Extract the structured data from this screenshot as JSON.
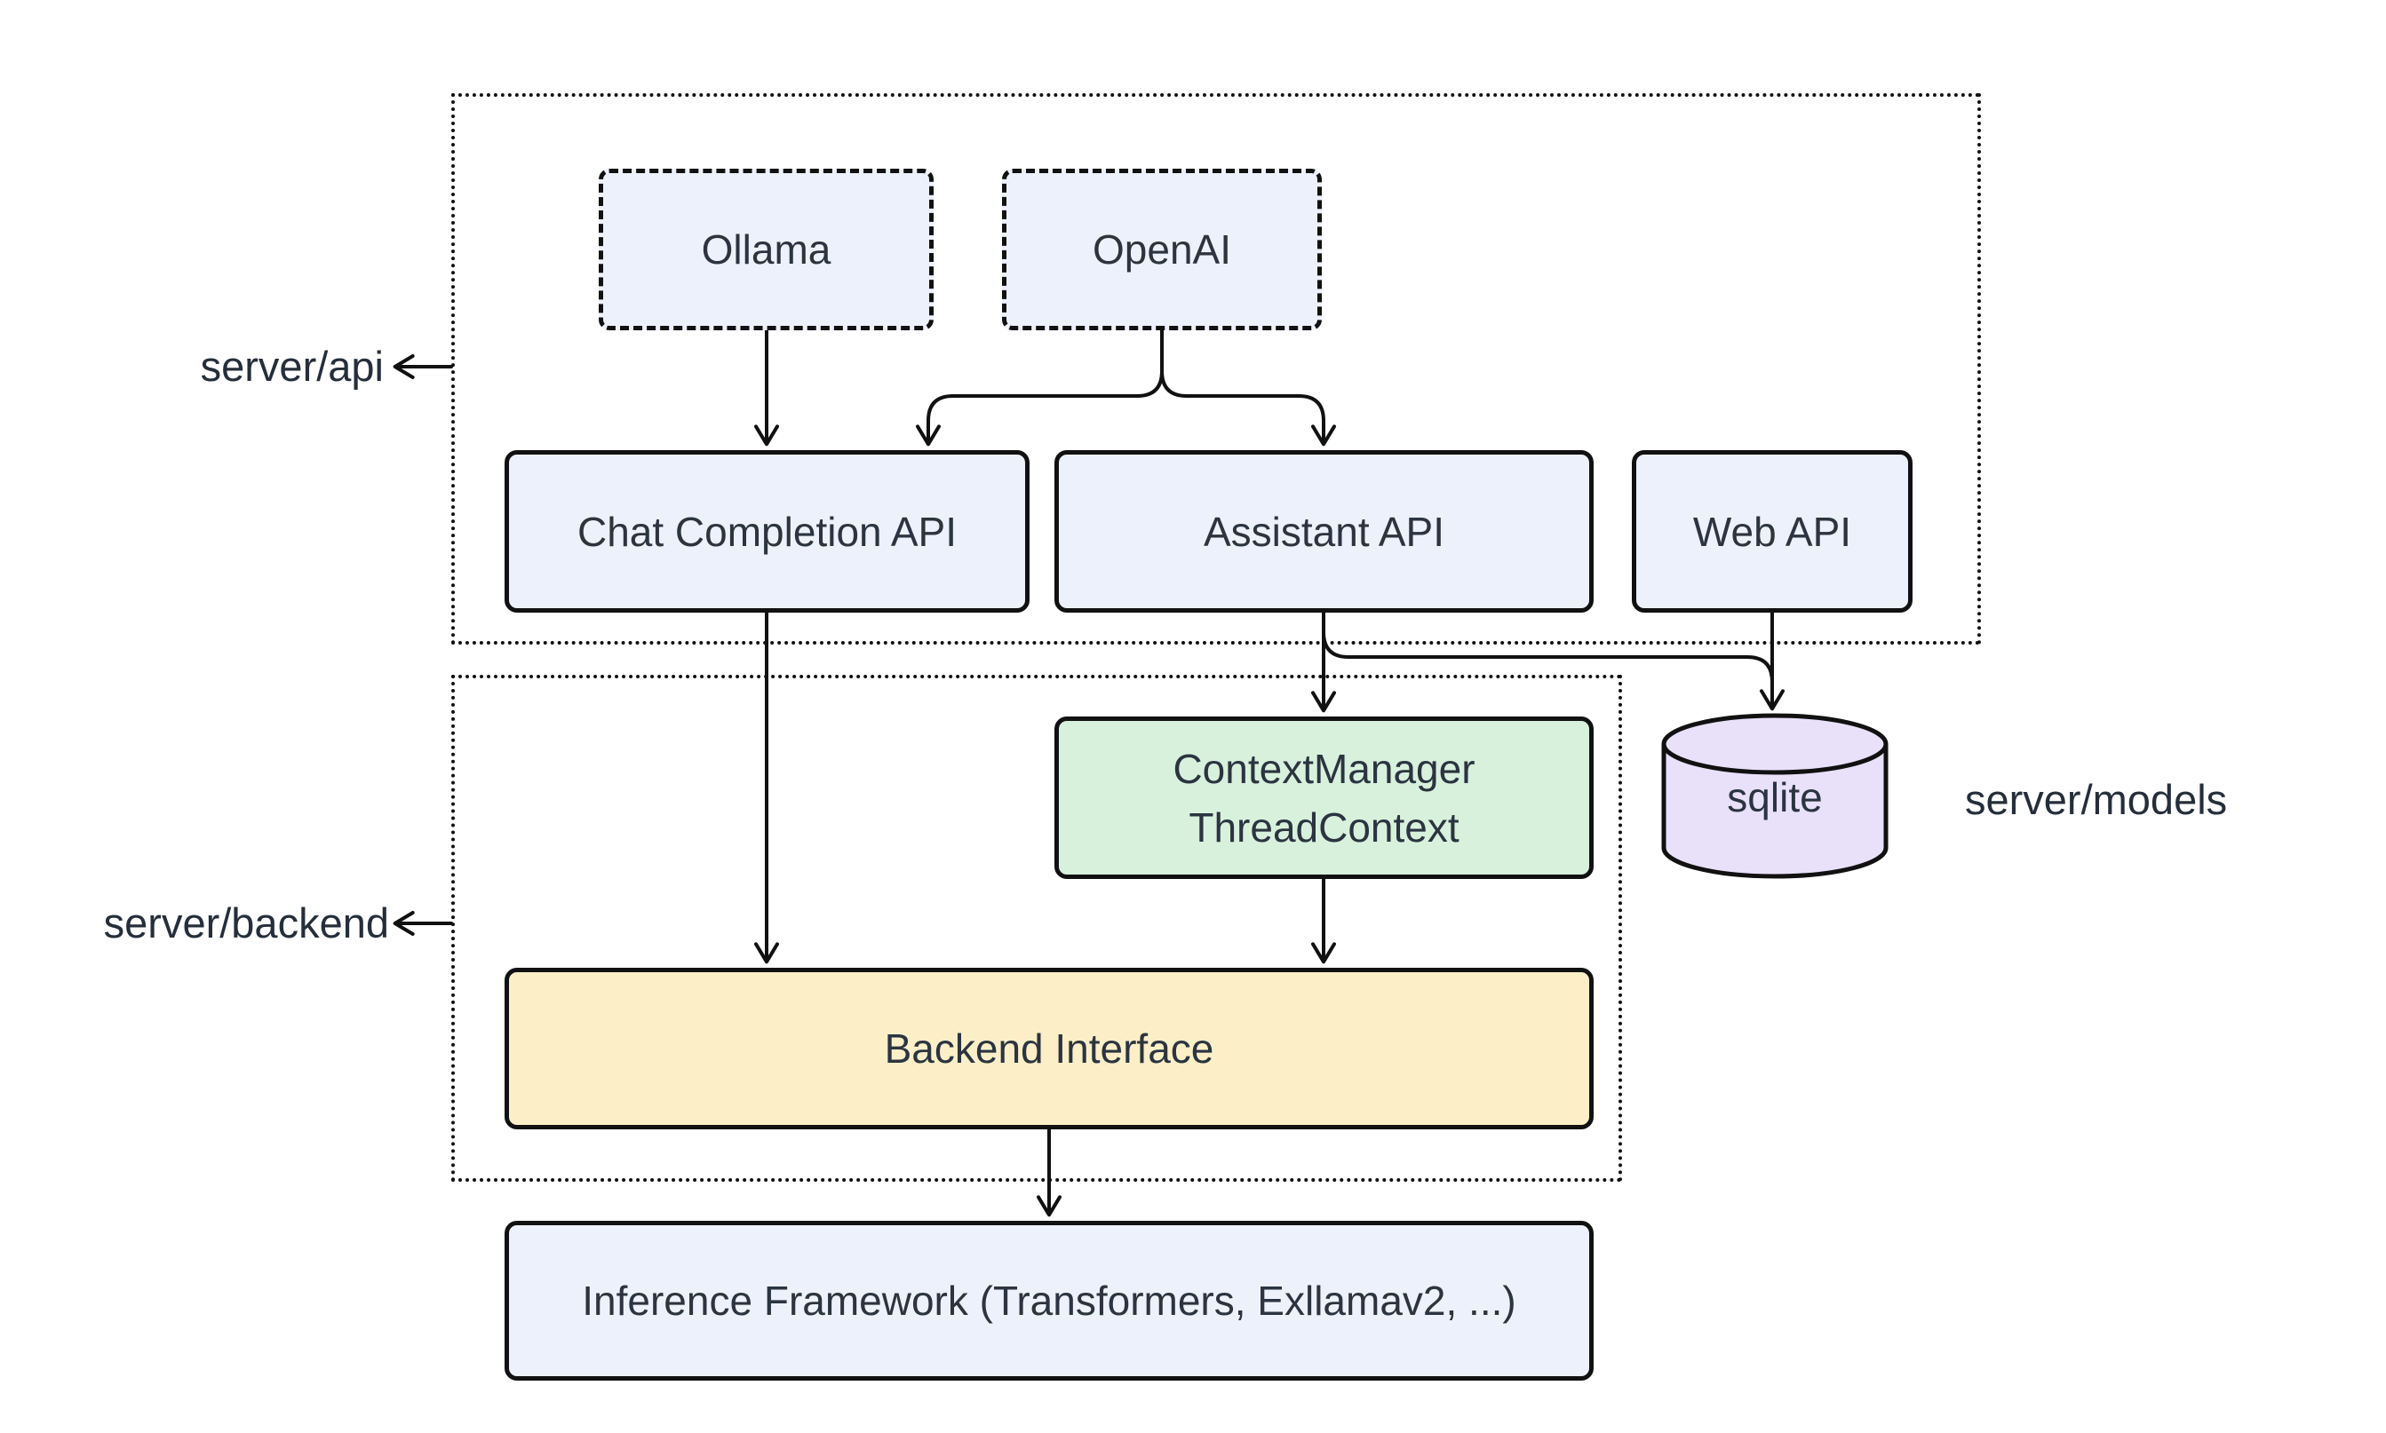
{
  "diagram": {
    "kind": "architecture-diagram",
    "group_labels": {
      "server_api": "server/api",
      "server_backend": "server/backend",
      "server_models": "server/models"
    },
    "nodes": {
      "ollama": {
        "label": "Ollama"
      },
      "openai": {
        "label": "OpenAI"
      },
      "chat_completion_api": {
        "label": "Chat Completion API"
      },
      "assistant_api": {
        "label": "Assistant API"
      },
      "web_api": {
        "label": "Web API"
      },
      "context_manager": {
        "lines": [
          "ContextManager",
          "ThreadContext"
        ]
      },
      "sqlite": {
        "label": "sqlite"
      },
      "backend_interface": {
        "label": "Backend Interface"
      },
      "inference_framework": {
        "label": "Inference Framework (Transformers, Exllamav2, ...)"
      }
    },
    "edges": [
      {
        "from": "Ollama",
        "to": "Chat Completion API"
      },
      {
        "from": "OpenAI",
        "to": "Chat Completion API"
      },
      {
        "from": "OpenAI",
        "to": "Assistant API"
      },
      {
        "from": "Chat Completion API",
        "to": "Backend Interface"
      },
      {
        "from": "Assistant API",
        "to": "ContextManager ThreadContext"
      },
      {
        "from": "Assistant API",
        "to": "sqlite"
      },
      {
        "from": "Web API",
        "to": "sqlite"
      },
      {
        "from": "ContextManager ThreadContext",
        "to": "Backend Interface"
      },
      {
        "from": "Backend Interface",
        "to": "Inference Framework (Transformers, Exllamav2, ...)"
      },
      {
        "from": "server/api container",
        "to": "server/api label"
      },
      {
        "from": "server/backend container",
        "to": "server/backend label"
      }
    ],
    "colors": {
      "node_blue": "#edf1fb",
      "node_green": "#d8f1dc",
      "node_yellow": "#fcefc7",
      "node_purple": "#e9e1fa",
      "stroke": "#111111",
      "text": "#2b3440",
      "background": "#ffffff"
    }
  }
}
